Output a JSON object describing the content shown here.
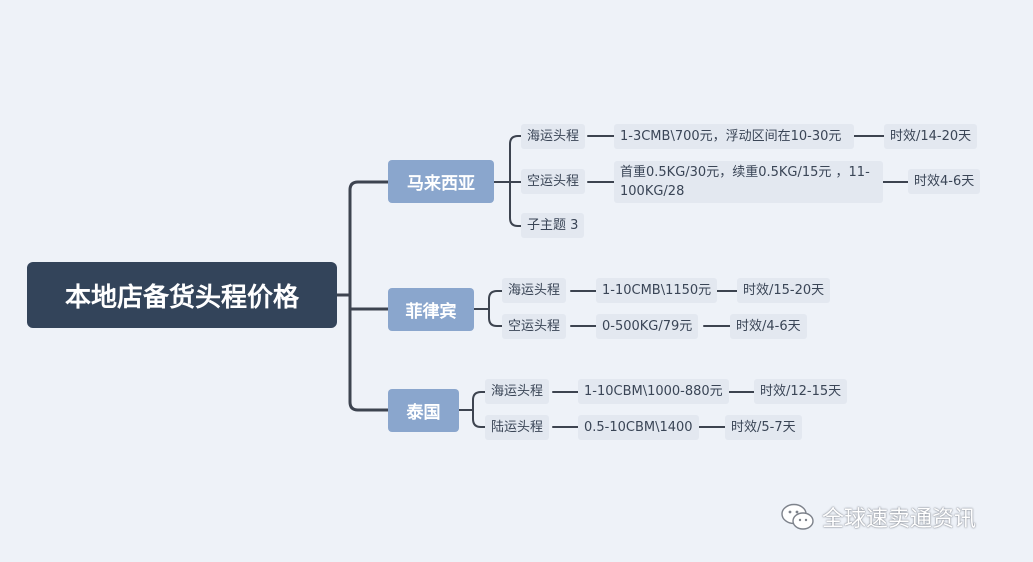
{
  "root": {
    "title": "本地店备货头程价格"
  },
  "countries": [
    {
      "name": "马来西亚",
      "routes": [
        {
          "mode": "海运头程",
          "price": "1-3CMB\\700元，浮动区间在10-30元",
          "time": "时效/14-20天"
        },
        {
          "mode": "空运头程",
          "price": "首重0.5KG/30元，续重0.5KG/15元 ，11-100KG/28",
          "time": "时效4-6天"
        },
        {
          "mode": "子主题 3"
        }
      ]
    },
    {
      "name": "菲律宾",
      "routes": [
        {
          "mode": "海运头程",
          "price": "1-10CMB\\1150元",
          "time": "时效/15-20天"
        },
        {
          "mode": "空运头程",
          "price": "0-500KG/79元",
          "time": "时效/4-6天"
        }
      ]
    },
    {
      "name": "泰国",
      "routes": [
        {
          "mode": "海运头程",
          "price": "1-10CBM\\1000-880元",
          "time": "时效/12-15天"
        },
        {
          "mode": "陆运头程",
          "price": "0.5-10CBM\\1400",
          "time": "时效/5-7天"
        }
      ]
    }
  ],
  "watermark": {
    "text": "全球速卖通资讯",
    "icon": "wechat-icon"
  },
  "colors": {
    "root": "#33445a",
    "country": "#8aa6cd",
    "leaf": "#e3e8f0",
    "line": "#3d4450",
    "background": "#eef2f8"
  }
}
